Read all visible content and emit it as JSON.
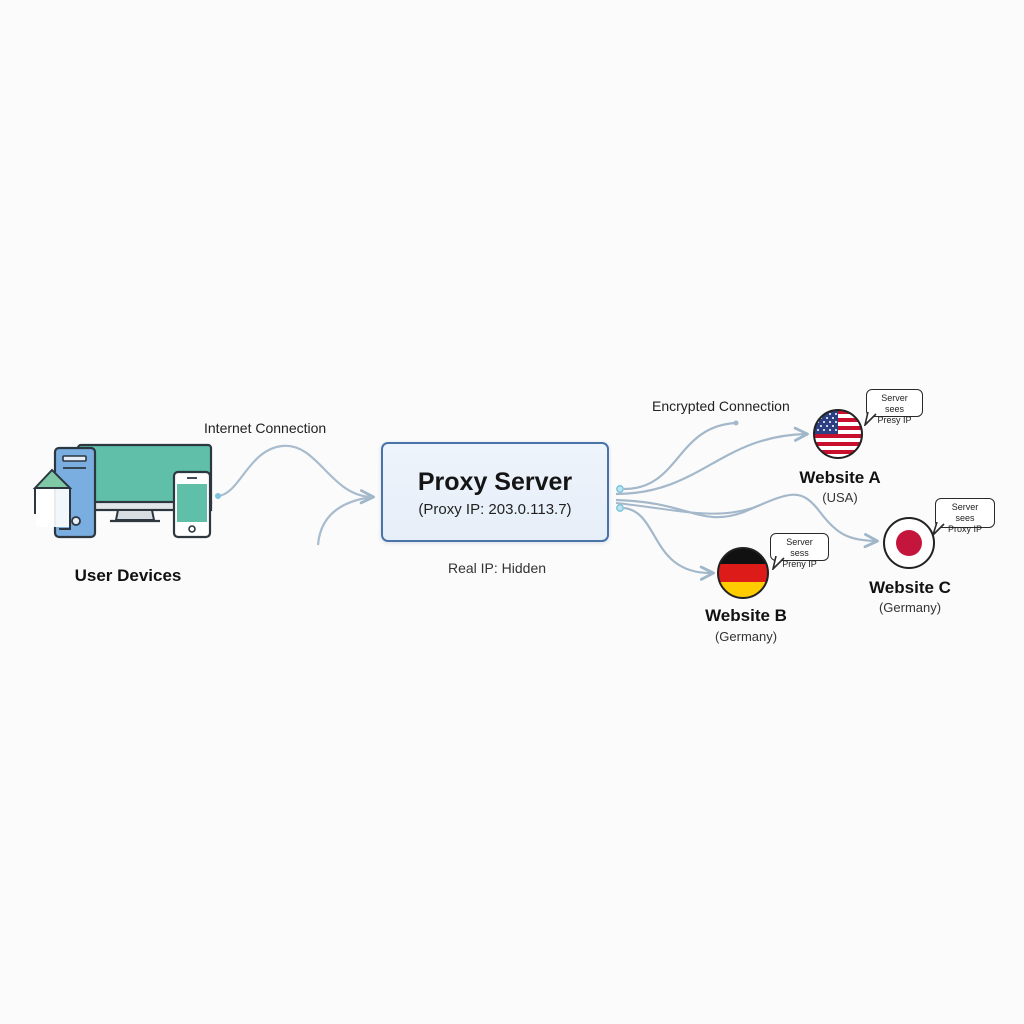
{
  "diagram": {
    "title": "Proxy Server Data Flow",
    "nodes": {
      "user_devices": {
        "label": "User Devices",
        "icon": "computer-phone-devices-icon"
      },
      "proxy": {
        "title": "Proxy Server",
        "ip_line": "(Proxy IP: 203.0.113.7)",
        "note": "Real IP: Hidden"
      },
      "websites": [
        {
          "id": "a",
          "name": "Website A",
          "country": "(USA)",
          "flag": "usa-flag-icon",
          "bubble_line1": "Server sees",
          "bubble_line2": "Presy IP"
        },
        {
          "id": "b",
          "name": "Website B",
          "country": "(Germany)",
          "flag": "germany-flag-icon",
          "bubble_line1": "Server sess",
          "bubble_line2": "Preny IP"
        },
        {
          "id": "c",
          "name": "Website C",
          "country": "(Germany)",
          "flag": "japan-flag-icon",
          "bubble_line1": "Server sees",
          "bubble_line2": "Proxy IP"
        }
      ]
    },
    "edges": {
      "internet_label": "Internet Connection",
      "encrypted_label": "Encrypted Connection"
    },
    "colors": {
      "background": "#fbfbfc",
      "proxy_border": "#4a73a8",
      "proxy_fill": "#e9f0f9",
      "connector": "#9fb5c8",
      "connector_dot": "#7cc4dc",
      "device_teal": "#5fbfa9",
      "device_blue": "#7aaee0",
      "outline": "#2d3740",
      "flag_red": "#c8102e",
      "de_black": "#111111",
      "de_red": "#dd1c1a",
      "de_gold": "#ffcc00",
      "jp_red": "#c4163c"
    }
  }
}
